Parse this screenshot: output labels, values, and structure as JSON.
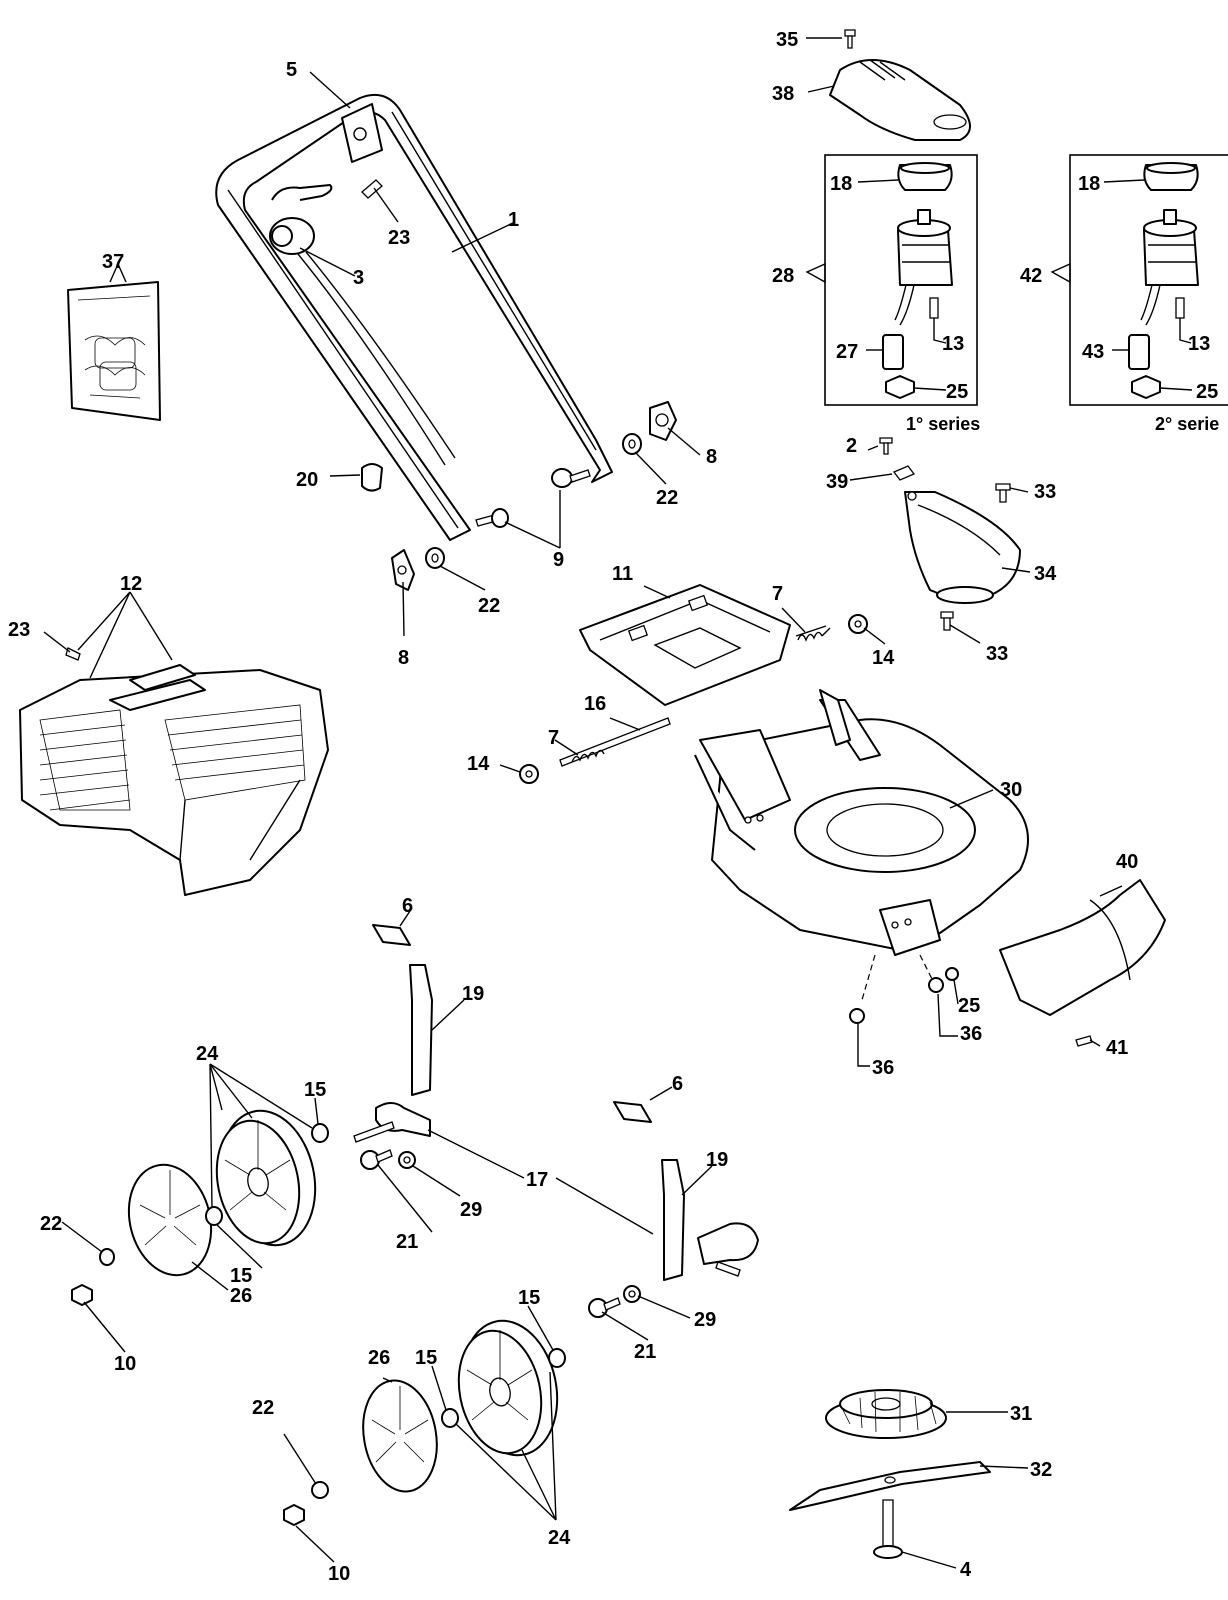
{
  "diagram": {
    "series_captions": {
      "first": "1° series",
      "second": "2° serie"
    },
    "labels": {
      "p1": "1",
      "p2": "2",
      "p3": "3",
      "p4": "4",
      "p5": "5",
      "p6a": "6",
      "p6b": "6",
      "p7a": "7",
      "p7b": "7",
      "p8a": "8",
      "p8b": "8",
      "p9": "9",
      "p10a": "10",
      "p10b": "10",
      "p11": "11",
      "p12": "12",
      "p13a": "13",
      "p13b": "13",
      "p14a": "14",
      "p14b": "14",
      "p15a": "15",
      "p15b": "15",
      "p15c": "15",
      "p15d": "15",
      "p16": "16",
      "p17": "17",
      "p18a": "18",
      "p18b": "18",
      "p19a": "19",
      "p19b": "19",
      "p20": "20",
      "p21a": "21",
      "p21b": "21",
      "p22a": "22",
      "p22b": "22",
      "p22c": "22",
      "p22d": "22",
      "p23a": "23",
      "p23b": "23",
      "p24a": "24",
      "p24b": "24",
      "p25a": "25",
      "p25b": "25",
      "p25c": "25",
      "p26a": "26",
      "p26b": "26",
      "p27": "27",
      "p28": "28",
      "p29a": "29",
      "p29b": "29",
      "p30": "30",
      "p31": "31",
      "p32": "32",
      "p33a": "33",
      "p33b": "33",
      "p34": "34",
      "p35": "35",
      "p36a": "36",
      "p36b": "36",
      "p37": "37",
      "p38": "38",
      "p39": "39",
      "p40": "40",
      "p41": "41",
      "p42": "42",
      "p43": "43"
    }
  }
}
